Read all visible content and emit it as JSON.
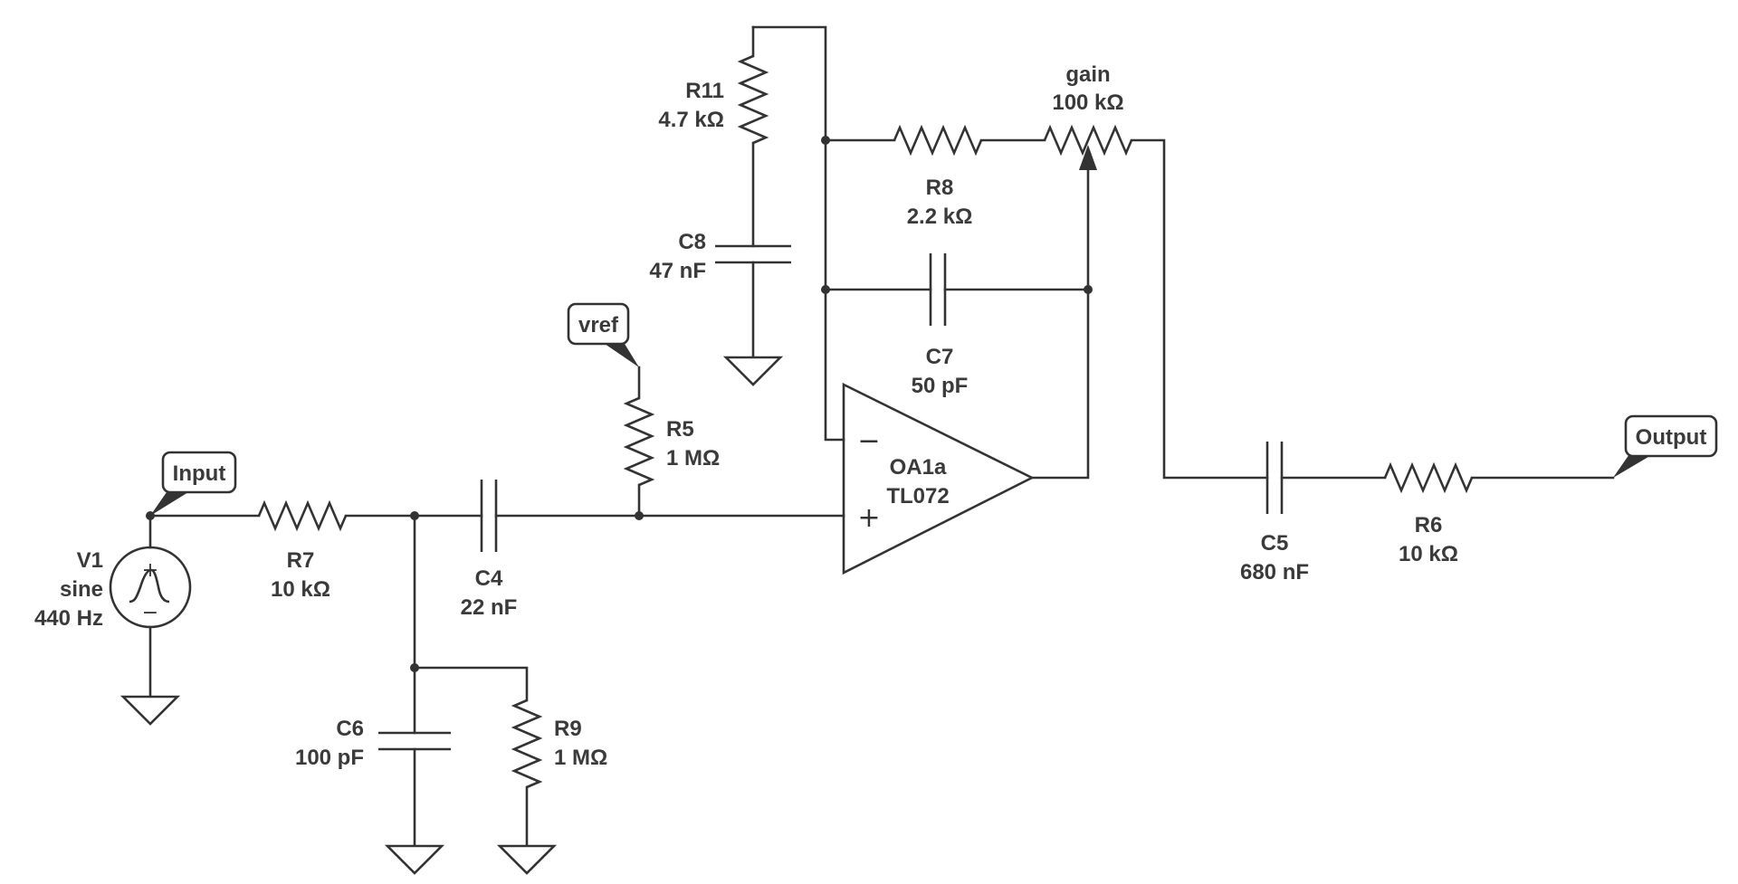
{
  "components": {
    "v1": {
      "ref": "V1",
      "type": "sine",
      "value": "440 Hz"
    },
    "r7": {
      "ref": "R7",
      "value": "10 kΩ"
    },
    "c4": {
      "ref": "C4",
      "value": "22 nF"
    },
    "c6": {
      "ref": "C6",
      "value": "100 pF"
    },
    "r9": {
      "ref": "R9",
      "value": "1 MΩ"
    },
    "r5": {
      "ref": "R5",
      "value": "1 MΩ"
    },
    "r11": {
      "ref": "R11",
      "value": "4.7 kΩ"
    },
    "c8": {
      "ref": "C8",
      "value": "47 nF"
    },
    "r8": {
      "ref": "R8",
      "value": "2.2 kΩ"
    },
    "gain": {
      "ref": "gain",
      "value": "100 kΩ"
    },
    "c7": {
      "ref": "C7",
      "value": "50 pF"
    },
    "oa1a": {
      "ref": "OA1a",
      "value": "TL072"
    },
    "c5": {
      "ref": "C5",
      "value": "680 nF"
    },
    "r6": {
      "ref": "R6",
      "value": "10 kΩ"
    }
  },
  "flags": {
    "input": "Input",
    "vref": "vref",
    "output": "Output"
  },
  "opamp_pins": {
    "minus": "−",
    "plus": "+"
  },
  "source_pins": {
    "plus": "+",
    "minus": "−"
  }
}
